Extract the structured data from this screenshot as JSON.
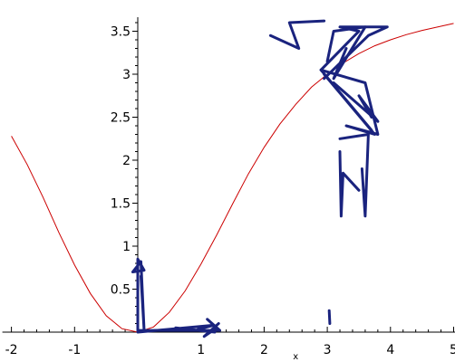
{
  "chart_data": {
    "type": "line",
    "title": "",
    "xlabel": "x",
    "ylabel": "",
    "xlim": [
      -2,
      5
    ],
    "ylim": [
      0,
      3.6
    ],
    "x_ticks": [
      -2,
      -1,
      1,
      2,
      3,
      4,
      5
    ],
    "y_ticks": [
      0.5,
      1,
      1.5,
      2,
      2.5,
      3,
      3.5
    ],
    "x_tick_labels": [
      "-2",
      "-1",
      "1",
      "2",
      "3",
      "4",
      "5"
    ],
    "y_tick_labels": [
      "0.5",
      "1",
      "1.5",
      "2",
      "2.5",
      "3",
      "3.5"
    ],
    "grid": false,
    "legend": "none",
    "series": [
      {
        "color": "#cc0000",
        "x": [
          -2,
          -1.75,
          -1.5,
          -1.25,
          -1,
          -0.75,
          -0.5,
          -0.25,
          0,
          0.25,
          0.5,
          0.75,
          1,
          1.25,
          1.5,
          1.75,
          2,
          2.25,
          2.5,
          2.75,
          3,
          3.25,
          3.5,
          3.75,
          4,
          4.25,
          4.5,
          4.75,
          5
        ],
        "y": [
          2.28,
          1.95,
          1.57,
          1.16,
          0.78,
          0.45,
          0.19,
          0.04,
          0,
          0.06,
          0.23,
          0.48,
          0.79,
          1.13,
          1.49,
          1.84,
          2.15,
          2.42,
          2.65,
          2.85,
          3.0,
          3.13,
          3.24,
          3.33,
          3.4,
          3.46,
          3.51,
          3.55,
          3.59
        ]
      }
    ],
    "annotations": {
      "ink_color": "#1a237e",
      "strokes": [
        [
          [
            0,
            0.02
          ],
          [
            0,
            0.85
          ],
          [
            0.1,
            0.72
          ],
          [
            -0.08,
            0.7
          ],
          [
            0.05,
            0.82
          ],
          [
            0.1,
            0.02
          ],
          [
            0.05,
            0.65
          ]
        ],
        [
          [
            0,
            0.02
          ],
          [
            1.3,
            0.02
          ],
          [
            1.1,
            0.15
          ],
          [
            1.25,
            0.05
          ],
          [
            1.05,
            -0.05
          ],
          [
            1.28,
            0.1
          ]
        ],
        [
          [
            0,
            0
          ],
          [
            1.2,
            0.08
          ],
          [
            0.95,
            0.03
          ],
          [
            1.22,
            0
          ],
          [
            0.6,
            0.05
          ]
        ],
        [
          [
            2.1,
            3.45
          ],
          [
            2.55,
            3.3
          ],
          [
            2.4,
            3.6
          ],
          [
            2.95,
            3.62
          ]
        ],
        [
          [
            2.9,
            3.05
          ],
          [
            3.5,
            3.5
          ],
          [
            3.2,
            3.55
          ],
          [
            3.95,
            3.55
          ],
          [
            3.65,
            3.45
          ],
          [
            2.95,
            2.95
          ]
        ],
        [
          [
            3.0,
            3.15
          ],
          [
            3.1,
            3.5
          ],
          [
            3.6,
            3.55
          ],
          [
            3.1,
            2.95
          ],
          [
            3.3,
            3.3
          ]
        ],
        [
          [
            2.95,
            3.0
          ],
          [
            3.75,
            2.3
          ],
          [
            3.3,
            2.4
          ],
          [
            3.8,
            2.3
          ],
          [
            3.6,
            2.9
          ],
          [
            2.9,
            3.05
          ],
          [
            3.7,
            2.35
          ]
        ],
        [
          [
            3.1,
            2.9
          ],
          [
            3.8,
            2.45
          ],
          [
            3.5,
            2.75
          ],
          [
            3.7,
            2.5
          ]
        ],
        [
          [
            3.2,
            2.25
          ],
          [
            3.65,
            2.3
          ],
          [
            3.6,
            1.35
          ],
          [
            3.55,
            1.9
          ]
        ],
        [
          [
            3.2,
            2.1
          ],
          [
            3.22,
            1.35
          ],
          [
            3.25,
            1.85
          ],
          [
            3.5,
            1.65
          ]
        ],
        [
          [
            3.03,
            0.25
          ],
          [
            3.04,
            0.1
          ]
        ]
      ]
    }
  }
}
